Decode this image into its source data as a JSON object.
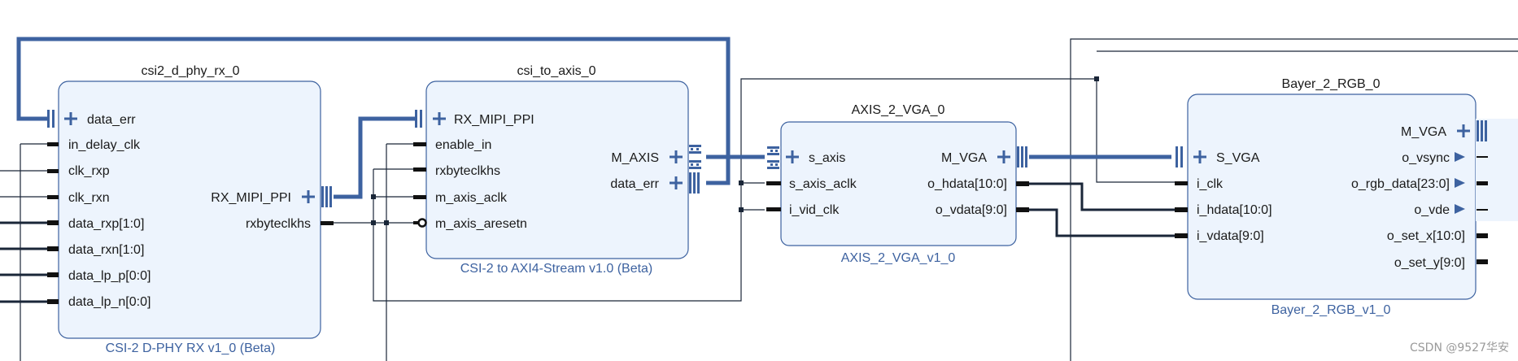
{
  "diagram": {
    "colors": {
      "block_fill": "#edf4fd",
      "block_stroke": "#3d62a0",
      "bus": "#3d62a0",
      "wire": "#1a2638",
      "version_text": "#3d62a0"
    },
    "blocks": [
      {
        "id": "csi2_d_phy_rx_0",
        "instance": "csi2_d_phy_rx_0",
        "version": "CSI-2 D-PHY RX v1_0 (Beta)",
        "inputs": [
          "data_err",
          "in_delay_clk",
          "clk_rxp",
          "clk_rxn",
          "data_rxp[1:0]",
          "data_rxn[1:0]",
          "data_lp_p[0:0]",
          "data_lp_n[0:0]"
        ],
        "outputs": [
          "RX_MIPI_PPI",
          "rxbyteclkhs"
        ]
      },
      {
        "id": "csi_to_axis_0",
        "instance": "csi_to_axis_0",
        "version": "CSI-2 to AXI4-Stream v1.0 (Beta)",
        "inputs": [
          "RX_MIPI_PPI",
          "enable_in",
          "rxbyteclkhs",
          "m_axis_aclk",
          "m_axis_aresetn"
        ],
        "outputs": [
          "M_AXIS",
          "data_err"
        ]
      },
      {
        "id": "AXIS_2_VGA_0",
        "instance": "AXIS_2_VGA_0",
        "version": "AXIS_2_VGA_v1_0",
        "inputs": [
          "s_axis",
          "s_axis_aclk",
          "i_vid_clk"
        ],
        "outputs": [
          "M_VGA",
          "o_hdata[10:0]",
          "o_vdata[9:0]"
        ]
      },
      {
        "id": "Bayer_2_RGB_0",
        "instance": "Bayer_2_RGB_0",
        "version": "Bayer_2_RGB_v1_0",
        "inputs": [
          "S_VGA",
          "i_clk",
          "i_hdata[10:0]",
          "i_vdata[9:0]"
        ],
        "outputs": [
          "M_VGA",
          "o_vsync",
          "o_rgb_data[23:0]",
          "o_vde",
          "o_set_x[10:0]",
          "o_set_y[9:0]"
        ]
      }
    ],
    "watermark": "CSDN @9527华安"
  }
}
